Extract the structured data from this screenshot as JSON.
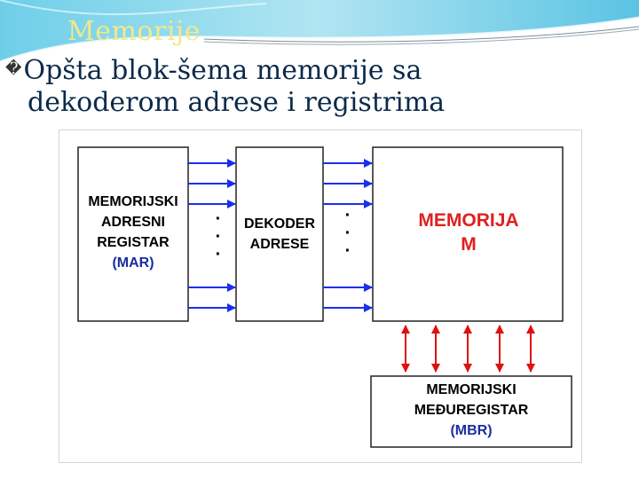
{
  "slide": {
    "title": "Memorije",
    "subtitle_bullet": "�",
    "subtitle_line1": "Opšta blok-šema memorije sa",
    "subtitle_line2": "dekoderom adrese i registrima"
  },
  "diagram": {
    "mar": {
      "line1": "MEMORIJSKI",
      "line2": "ADRESNI",
      "line3": "REGISTAR",
      "line4": "(MAR)"
    },
    "decoder": {
      "line1": "DEKODER",
      "line2": "ADRESE"
    },
    "memory": {
      "line1": "MEMORIJA",
      "line2": "M"
    },
    "mbr": {
      "line1": "MEMORIJSKI",
      "line2": "MEĐUREGISTAR",
      "line3": "(MBR)"
    },
    "ellipsis_dot": "·"
  },
  "colors": {
    "arrow_blue": "#1a2ef0",
    "arrow_red": "#e01010",
    "memory_label": "#e02020",
    "register_name": "#1a2ea0",
    "title": "#f2e98a",
    "subtitle": "#0b2a4a",
    "box_border": "#222222"
  }
}
